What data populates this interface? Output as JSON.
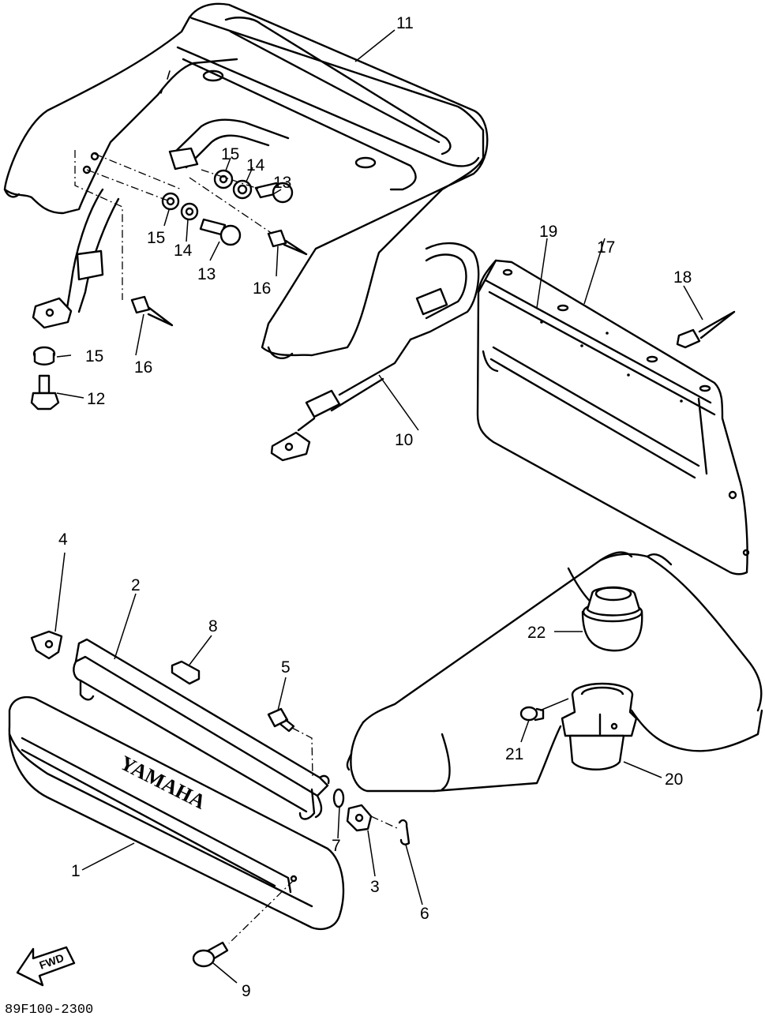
{
  "diagram": {
    "drawing_code": "89F100-2300",
    "brand_text": "YAMAHA",
    "direction_label": "FWD",
    "callouts": [
      {
        "id": "c1",
        "label": "1"
      },
      {
        "id": "c2",
        "label": "2"
      },
      {
        "id": "c3",
        "label": "3"
      },
      {
        "id": "c4",
        "label": "4"
      },
      {
        "id": "c5",
        "label": "5"
      },
      {
        "id": "c6",
        "label": "6"
      },
      {
        "id": "c7",
        "label": "7"
      },
      {
        "id": "c8",
        "label": "8"
      },
      {
        "id": "c9",
        "label": "9"
      },
      {
        "id": "c10",
        "label": "10"
      },
      {
        "id": "c11",
        "label": "11"
      },
      {
        "id": "c12",
        "label": "12"
      },
      {
        "id": "c13a",
        "label": "13"
      },
      {
        "id": "c13b",
        "label": "13"
      },
      {
        "id": "c14a",
        "label": "14"
      },
      {
        "id": "c14b",
        "label": "14"
      },
      {
        "id": "c15a",
        "label": "15"
      },
      {
        "id": "c15b",
        "label": "15"
      },
      {
        "id": "c15c",
        "label": "15"
      },
      {
        "id": "c16a",
        "label": "16"
      },
      {
        "id": "c16b",
        "label": "16"
      },
      {
        "id": "c17",
        "label": "17"
      },
      {
        "id": "c18",
        "label": "18"
      },
      {
        "id": "c19",
        "label": "19"
      },
      {
        "id": "c20",
        "label": "20"
      },
      {
        "id": "c21",
        "label": "21"
      },
      {
        "id": "c22",
        "label": "22"
      }
    ]
  }
}
